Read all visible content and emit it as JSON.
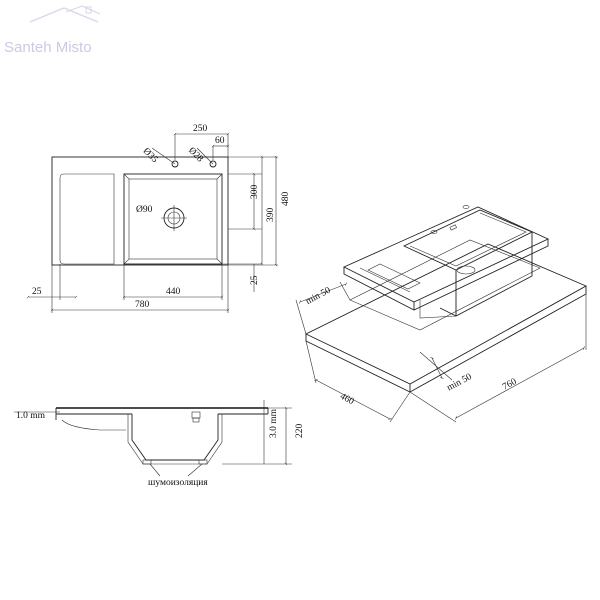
{
  "logo": {
    "text": "Santeh Misto",
    "color": "#c9cbe0"
  },
  "top_view": {
    "dims": {
      "d250": "250",
      "d60": "60",
      "d35": "Ø35",
      "d28": "Ø28",
      "d90": "Ø90",
      "d300": "300",
      "d390": "390",
      "d480": "480",
      "d25_left": "25",
      "d25_right": "25",
      "d440": "440",
      "d780": "780"
    }
  },
  "iso_view": {
    "dims": {
      "min50_left": "min 50",
      "min50_right": "min 50",
      "d460": "460",
      "d760": "760"
    }
  },
  "section_view": {
    "dims": {
      "thickness_top": "1.0 mm",
      "thickness_wall": "3.0 mm",
      "depth": "220",
      "insulation": "шумоизоляция"
    }
  }
}
